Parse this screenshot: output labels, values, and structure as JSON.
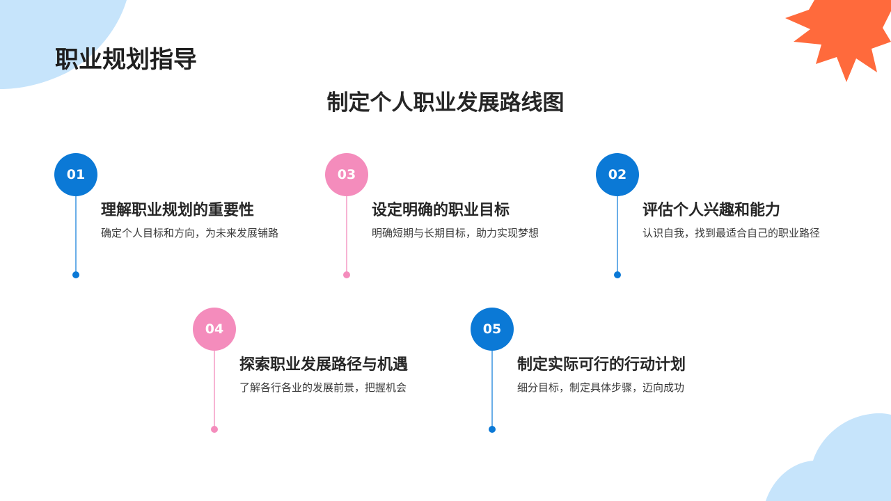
{
  "title": "职业规划指导",
  "subtitle": "制定个人职业发展路线图",
  "colors": {
    "blue": "#0b79d6",
    "pink": "#f48cbc",
    "orange": "#ff6a3c",
    "light_blue": "#c6e4fb"
  },
  "steps": [
    {
      "number": "01",
      "heading": "理解职业规划的重要性",
      "description": "确定个人目标和方向，为未来发展铺路",
      "color": "blue"
    },
    {
      "number": "03",
      "heading": "设定明确的职业目标",
      "description": "明确短期与长期目标，助力实现梦想",
      "color": "pink"
    },
    {
      "number": "02",
      "heading": "评估个人兴趣和能力",
      "description": "认识自我，找到最适合自己的职业路径",
      "color": "blue"
    },
    {
      "number": "04",
      "heading": "探索职业发展路径与机遇",
      "description": "了解各行各业的发展前景，把握机会",
      "color": "pink"
    },
    {
      "number": "05",
      "heading": "制定实际可行的行动计划",
      "description": "细分目标，制定具体步骤，迈向成功",
      "color": "blue"
    }
  ]
}
